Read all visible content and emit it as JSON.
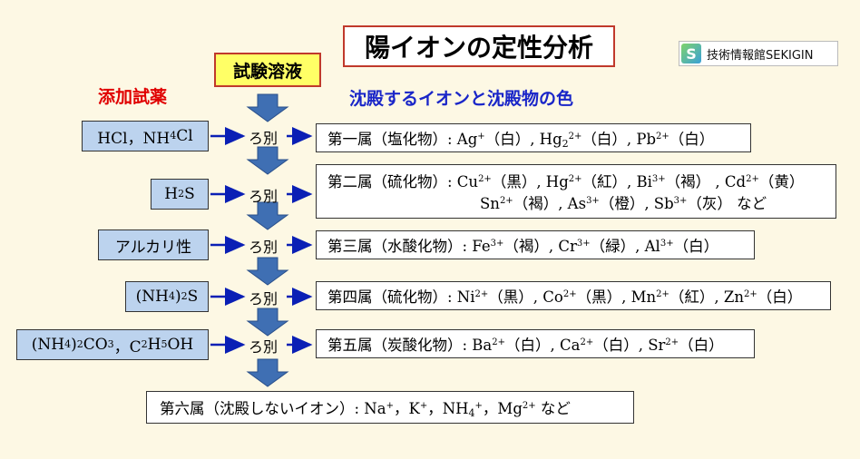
{
  "title": "陽イオンの定性分析",
  "brand": {
    "logo": "S",
    "text": "技術情報館SEKIGIN"
  },
  "headers": {
    "reagent_box": "試験溶液",
    "add_reagent": "添加試薬",
    "ions_colors": "沈殿するイオンと沈殿物の色"
  },
  "filter_label": "ろ別",
  "colors": {
    "arrow_blue": "#3f6fb3",
    "arrow_line": "#0a1fb5",
    "reagent_fill": "#bcd3ee",
    "accent_red": "#e00000",
    "accent_blue": "#1a26c8"
  },
  "groups": [
    {
      "reagent": "HCl，NH<sub>4</sub>Cl",
      "lines": [
        "第一属（塩化物）: Ag<sup>+</sup>（白）, Hg<sub>2</sub><sup>2+</sup>（白）, Pb<sup>2+</sup>（白）"
      ]
    },
    {
      "reagent": "H<sub>2</sub>S",
      "lines": [
        "第二属（硫化物）: Cu<sup>2+</sup>（黒）, Hg<sup>2+</sup>（紅）, Bi<sup>3+</sup>（褐） , Cd<sup>2+</sup>（黄）",
        "Sn<sup>2+</sup>（褐）, As<sup>3+</sup>（橙）, Sb<sup>3+</sup>（灰） など"
      ]
    },
    {
      "reagent": "アルカリ性",
      "lines": [
        "第三属（水酸化物）: Fe<sup>3+</sup>（褐）, Cr<sup>3+</sup>（緑）, Al<sup>3+</sup>（白）"
      ]
    },
    {
      "reagent": "(NH<sub>4</sub>)<sub>2</sub>S",
      "lines": [
        "第四属（硫化物）: Ni<sup>2+</sup>（黒）, Co<sup>2+</sup>（黒）, Mn<sup>2+</sup>（紅）, Zn<sup>2+</sup>（白）"
      ]
    },
    {
      "reagent": "(NH<sub>4</sub>)<sub>2</sub>CO<sub>3</sub>，C<sub>2</sub>H<sub>5</sub>OH",
      "lines": [
        "第五属（炭酸化物）: Ba<sup>2+</sup>（白）, Ca<sup>2+</sup>（白）, Sr<sup>2+</sup>（白）"
      ]
    }
  ],
  "final": "第六属（沈殿しないイオン）: Na<sup>+</sup>，K<sup>+</sup>，NH<sub>4</sub><sup>+</sup>，Mg<sup>2+</sup> など"
}
